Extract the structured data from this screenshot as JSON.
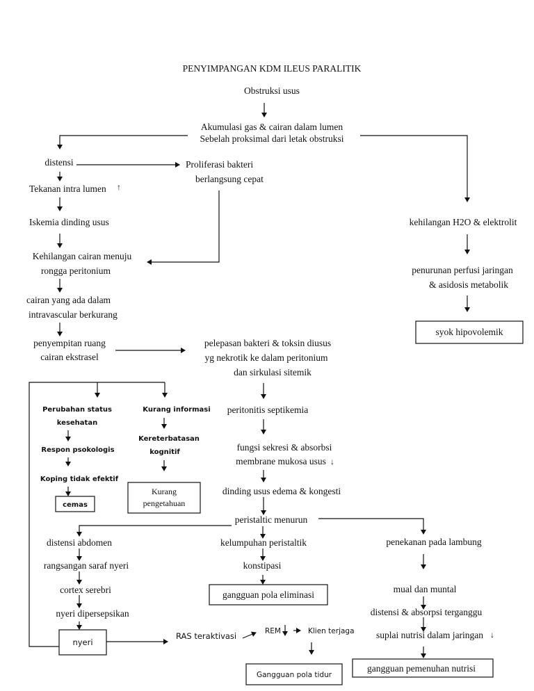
{
  "title": "PENYIMPANGAN KDM ILEUS PARALITIK",
  "nodes": {
    "obstruksi": "Obstruksi usus",
    "akumulasi_1": "Akumulasi gas & cairan dalam lumen",
    "akumulasi_2": "Sebelah proksimal dari letak obstruksi",
    "distensi": "distensi",
    "proliferasi_1": "Proliferasi bakteri",
    "proliferasi_2": "berlangsung cepat",
    "tekanan": "Tekanan intra lumen",
    "iskemia": "Iskemia dinding usus",
    "kehilangan_cairan_1": "Kehilangan cairan menuju",
    "kehilangan_cairan_2": "rongga peritonium",
    "cairan_intra_1": "cairan yang ada dalam",
    "cairan_intra_2": "intravascular berkurang",
    "penyempitan_1": "penyempitan ruang",
    "penyempitan_2": "cairan ekstrasel",
    "kehilangan_h2o": "kehilangan H2O & elektrolit",
    "penurunan_1": "penurunan perfusi jaringan",
    "penurunan_2": "& asidosis metabolik",
    "syok": "syok hipovolemik",
    "pelepasan_1": "pelepasan bakteri & toksin diusus",
    "pelepasan_2": "yg nekrotik ke dalam peritonium",
    "pelepasan_3": "dan sirkulasi sitemik",
    "peritonitis": "peritonitis septikemia",
    "fungsi_1": "fungsi sekresi & absorbsi",
    "fungsi_2": "membrane mukosa usus",
    "dinding": "dinding usus edema & kongesti",
    "peristaltic": "peristaltic menurun",
    "perubahan_1": "Perubahan status",
    "perubahan_2": "kesehatan",
    "respon": "Respon psokologis",
    "koping": "Koping tidak efektif",
    "cemas": "cemas",
    "kurang_info": "Kurang informasi",
    "keterbatasan_1": "Kereterbatasan",
    "keterbatasan_2": "kognitif",
    "kurang_peng_1": "Kurang",
    "kurang_peng_2": "pengetahuan",
    "distensi_abd": "distensi abdomen",
    "rangsangan": "rangsangan saraf nyeri",
    "cortex": "cortex serebri",
    "nyeri_persepsi": "nyeri dipersepsikan",
    "nyeri": "nyeri",
    "ras": "RAS teraktivasi",
    "rem": "REM",
    "klien": "Klien terjaga",
    "gangguan_tidur": "Gangguan pola tidur",
    "kelumpuhan": "kelumpuhan peristaltik",
    "konstipasi": "konstipasi",
    "gangguan_eliminasi": "gangguan pola eliminasi",
    "penekanan": "penekanan pada lambung",
    "mual": "mual dan muntal",
    "distensi_abs": "distensi & absorpsi terganggu",
    "suplai": "suplai nutrisi dalam jaringan",
    "gangguan_nutrisi": "gangguan pemenuhan nutrisi"
  },
  "symbols": {
    "up_arrow": "↑",
    "down_arrow": "↓"
  }
}
